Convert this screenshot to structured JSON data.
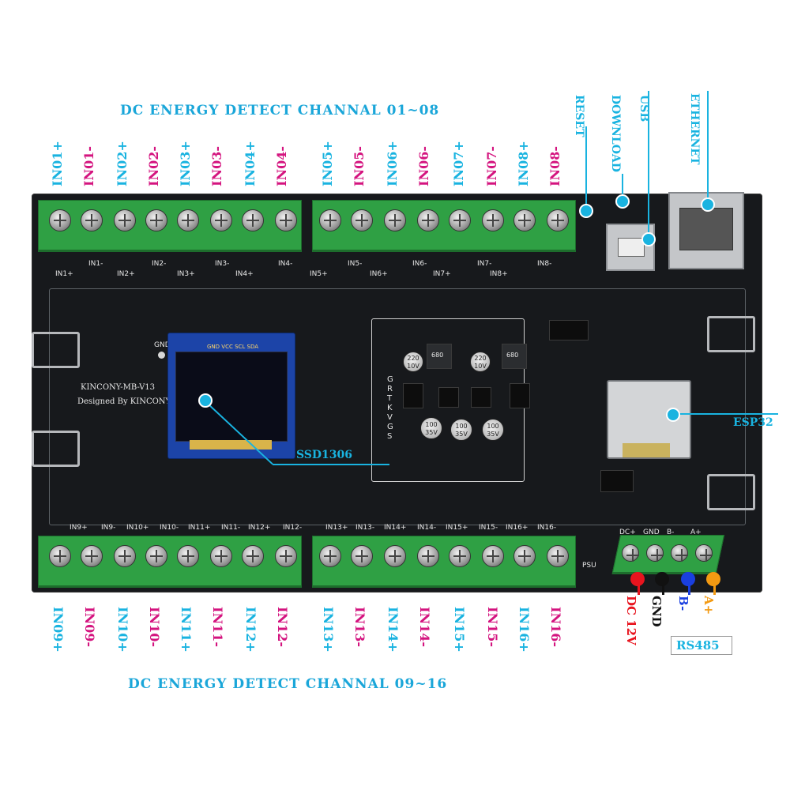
{
  "titles": {
    "top": "DC ENERGY DETECT CHANNAL 01~08",
    "bottom": "DC ENERGY DETECT CHANNAL 09~16"
  },
  "top_labels": [
    "IN01+",
    "IN01-",
    "IN02+",
    "IN02-",
    "IN03+",
    "IN03-",
    "IN04+",
    "IN04-",
    "IN05+",
    "IN05-",
    "IN06+",
    "IN06-",
    "IN07+",
    "IN07-",
    "IN08+",
    "IN08-"
  ],
  "bottom_labels": [
    "IN09+",
    "IN09-",
    "IN10+",
    "IN10-",
    "IN11+",
    "IN11-",
    "IN12+",
    "IN12-",
    "IN13+",
    "IN13-",
    "IN14+",
    "IN14-",
    "IN15+",
    "IN15-",
    "IN16+",
    "IN16-"
  ],
  "connectors": {
    "reset": "RESET",
    "download": "DOWNLOAD",
    "usb": "USB",
    "ethernet": "ETHERNET",
    "esp32": "ESP32",
    "ssd1306": "SSD1306"
  },
  "power": {
    "dc12v": "DC 12V",
    "gnd": "GND",
    "b_minus": "B-",
    "a_plus": "A+",
    "rs485": "RS485",
    "colors": {
      "dc": "#e8141e",
      "gnd": "#111111",
      "b": "#1a3fe0",
      "a": "#f39a12"
    }
  },
  "silkscreen": {
    "model": "KINCONY-MB-V13",
    "designed": "Designed By KINCONY",
    "gnd": "GND",
    "oled_pins": "GND VCC SCL SDA",
    "psu": "PSU",
    "power_pins": [
      "DC+",
      "GND",
      "B-",
      "A+"
    ],
    "top_pins": [
      "IN1+",
      "IN1-",
      "IN2+",
      "IN2-",
      "IN3+",
      "IN3-",
      "IN4+",
      "IN4-",
      "IN5+",
      "IN5-",
      "IN6+",
      "IN6-",
      "IN7+",
      "IN7-",
      "IN8+",
      "IN8-"
    ],
    "bottom_pins": [
      "IN9+",
      "IN9-",
      "IN10+",
      "IN10-",
      "IN11+",
      "IN11-",
      "IN12+",
      "IN12-",
      "IN13+",
      "IN13-",
      "IN14+",
      "IN14-",
      "IN15+",
      "IN15-",
      "IN16+",
      "IN16-"
    ],
    "jumper_letters": [
      "G",
      "R",
      "T",
      "K",
      "V",
      "G",
      "S"
    ],
    "caps_top": [
      "220 10V",
      "220 10V"
    ],
    "caps_bottom": [
      "100 35V",
      "100 35V",
      "100 35V"
    ],
    "inductor": "680"
  }
}
